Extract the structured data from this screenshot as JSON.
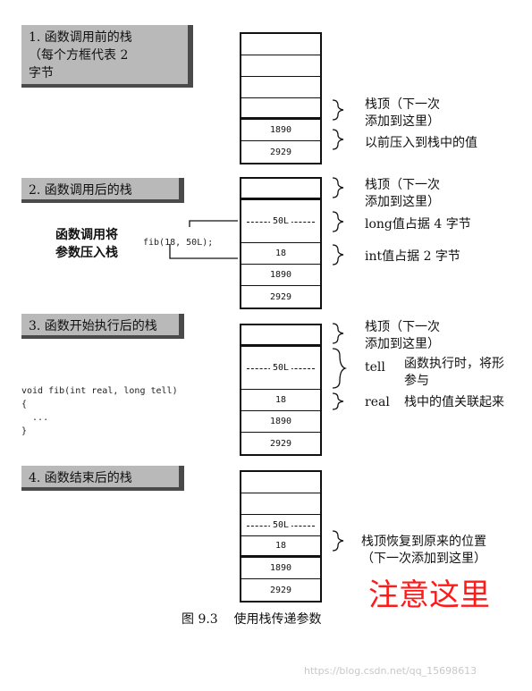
{
  "steps": [
    {
      "title": "1. 函数调用前的栈\n（每个方框代表 2\n字节"
    },
    {
      "title": "2. 函数调用后的栈"
    },
    {
      "title": "3. 函数开始执行后的栈"
    },
    {
      "title": "4. 函数结束后的栈"
    }
  ],
  "stack1": {
    "cells": [
      "",
      "",
      "",
      "",
      "1890",
      "2929"
    ]
  },
  "stack2": {
    "cells": [
      "",
      "50L",
      "18",
      "1890",
      "2929"
    ]
  },
  "stack3": {
    "cells": [
      "",
      "50L",
      "18",
      "1890",
      "2929"
    ]
  },
  "stack4": {
    "cells": [
      "",
      "",
      "50L",
      "18",
      "1890",
      "2929"
    ]
  },
  "annotations": {
    "top1": "栈顶（下一次\n添加到这里）",
    "prev": "以前压入到栈中的值",
    "top2": "栈顶（下一次\n添加到这里）",
    "long": "long值占据 4 字节",
    "int": "int值占据 2 字节",
    "top3": "栈顶（下一次\n添加到这里）",
    "tell_name": "tell",
    "tell_desc": "函数执行时，将形\n参与",
    "real_name": "real",
    "real_desc": "栈中的值关联起来",
    "restore": "栈顶恢复到原来的位置\n（下一次添加到这里）"
  },
  "call_label": "函数调用将\n参数压入栈",
  "call_code": "fib(18, 50L);",
  "func_code": "void fib(int real, long tell)\n{\n  ...\n}",
  "highlight": "注意这里",
  "caption": "图 9.3    使用栈传递参数",
  "watermark": "https://blog.csdn.net/qq_15698613"
}
